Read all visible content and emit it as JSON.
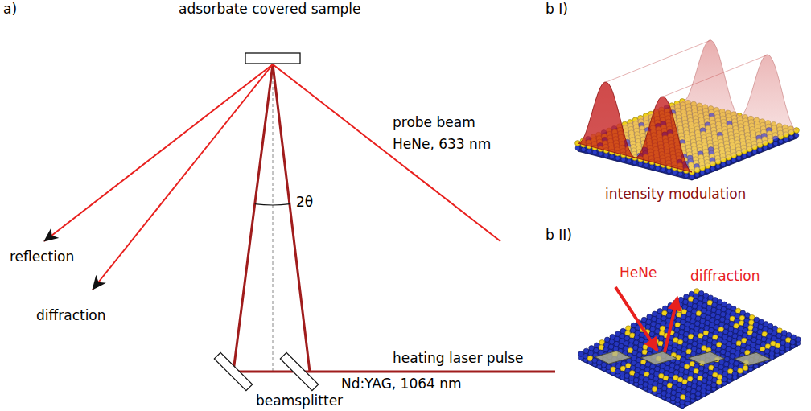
{
  "diagram": {
    "labels": [
      "a)",
      "adsorbate covered sample",
      "probe beam",
      "HeNe, 633 nm",
      "2θ",
      "reflection",
      "diffraction",
      "heating laser pulse",
      "Nd:YAG, 1064 nm",
      "beamsplitter",
      "b I)",
      "intensity modulation",
      "b II)",
      "HeNe",
      "diffraction"
    ]
  }
}
